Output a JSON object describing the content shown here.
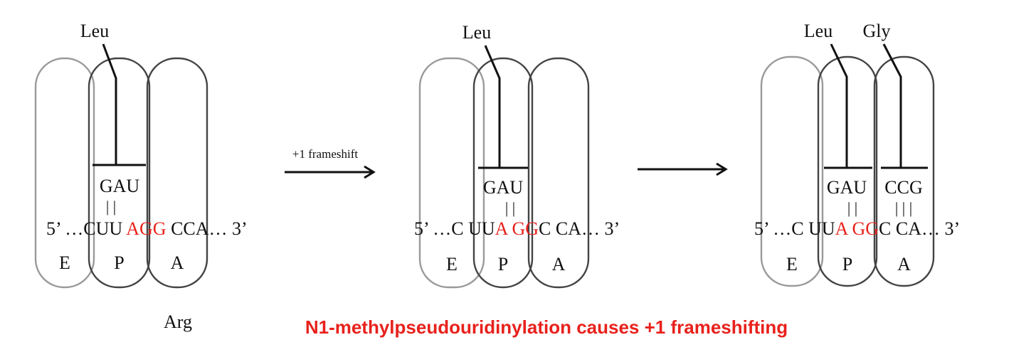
{
  "colors": {
    "ink": "#111111",
    "faint_site": "#9a9a9a",
    "site": "#444444",
    "highlight": "#e8211c"
  },
  "panels": [
    {
      "sites": [
        "E",
        "P",
        "A"
      ],
      "trnas": [
        {
          "amino_acid": "Leu",
          "anticodon": "GAU"
        }
      ],
      "pairing": "| |",
      "mrna": [
        {
          "text": "5’ …",
          "red": false
        },
        {
          "text": "CUU",
          "red": false
        },
        {
          "text": " ",
          "red": false
        },
        {
          "text": "AGG",
          "red": true
        },
        {
          "text": " CCA… 3’",
          "red": false
        }
      ],
      "below_label": "Arg"
    },
    {
      "sites": [
        "E",
        "P",
        "A"
      ],
      "trnas": [
        {
          "amino_acid": "Leu",
          "anticodon": "GAU"
        }
      ],
      "pairing": "| |",
      "mrna": [
        {
          "text": "5’ …C ",
          "red": false
        },
        {
          "text": "UU",
          "red": false
        },
        {
          "text": "A",
          "red": true
        },
        {
          "text": " ",
          "red": false
        },
        {
          "text": "GG",
          "red": true
        },
        {
          "text": "C",
          "red": false
        },
        {
          "text": " CA… 3’",
          "red": false
        }
      ]
    },
    {
      "sites": [
        "E",
        "P",
        "A"
      ],
      "trnas": [
        {
          "amino_acid": "Leu",
          "anticodon": "GAU"
        },
        {
          "amino_acid": "Gly",
          "anticodon": "CCG"
        }
      ],
      "pairing": "| |",
      "pairing_a": "| | |",
      "mrna": [
        {
          "text": "5’ …C ",
          "red": false
        },
        {
          "text": "UU",
          "red": false
        },
        {
          "text": "A",
          "red": true
        },
        {
          "text": " ",
          "red": false
        },
        {
          "text": "GG",
          "red": true
        },
        {
          "text": "C",
          "red": false
        },
        {
          "text": " CA… 3’",
          "red": false
        }
      ]
    }
  ],
  "arrows": [
    {
      "label": "+1 frameshift"
    },
    {
      "label": ""
    }
  ],
  "caption": "N1-methylpseudouridinylation causes +1 frameshifting"
}
